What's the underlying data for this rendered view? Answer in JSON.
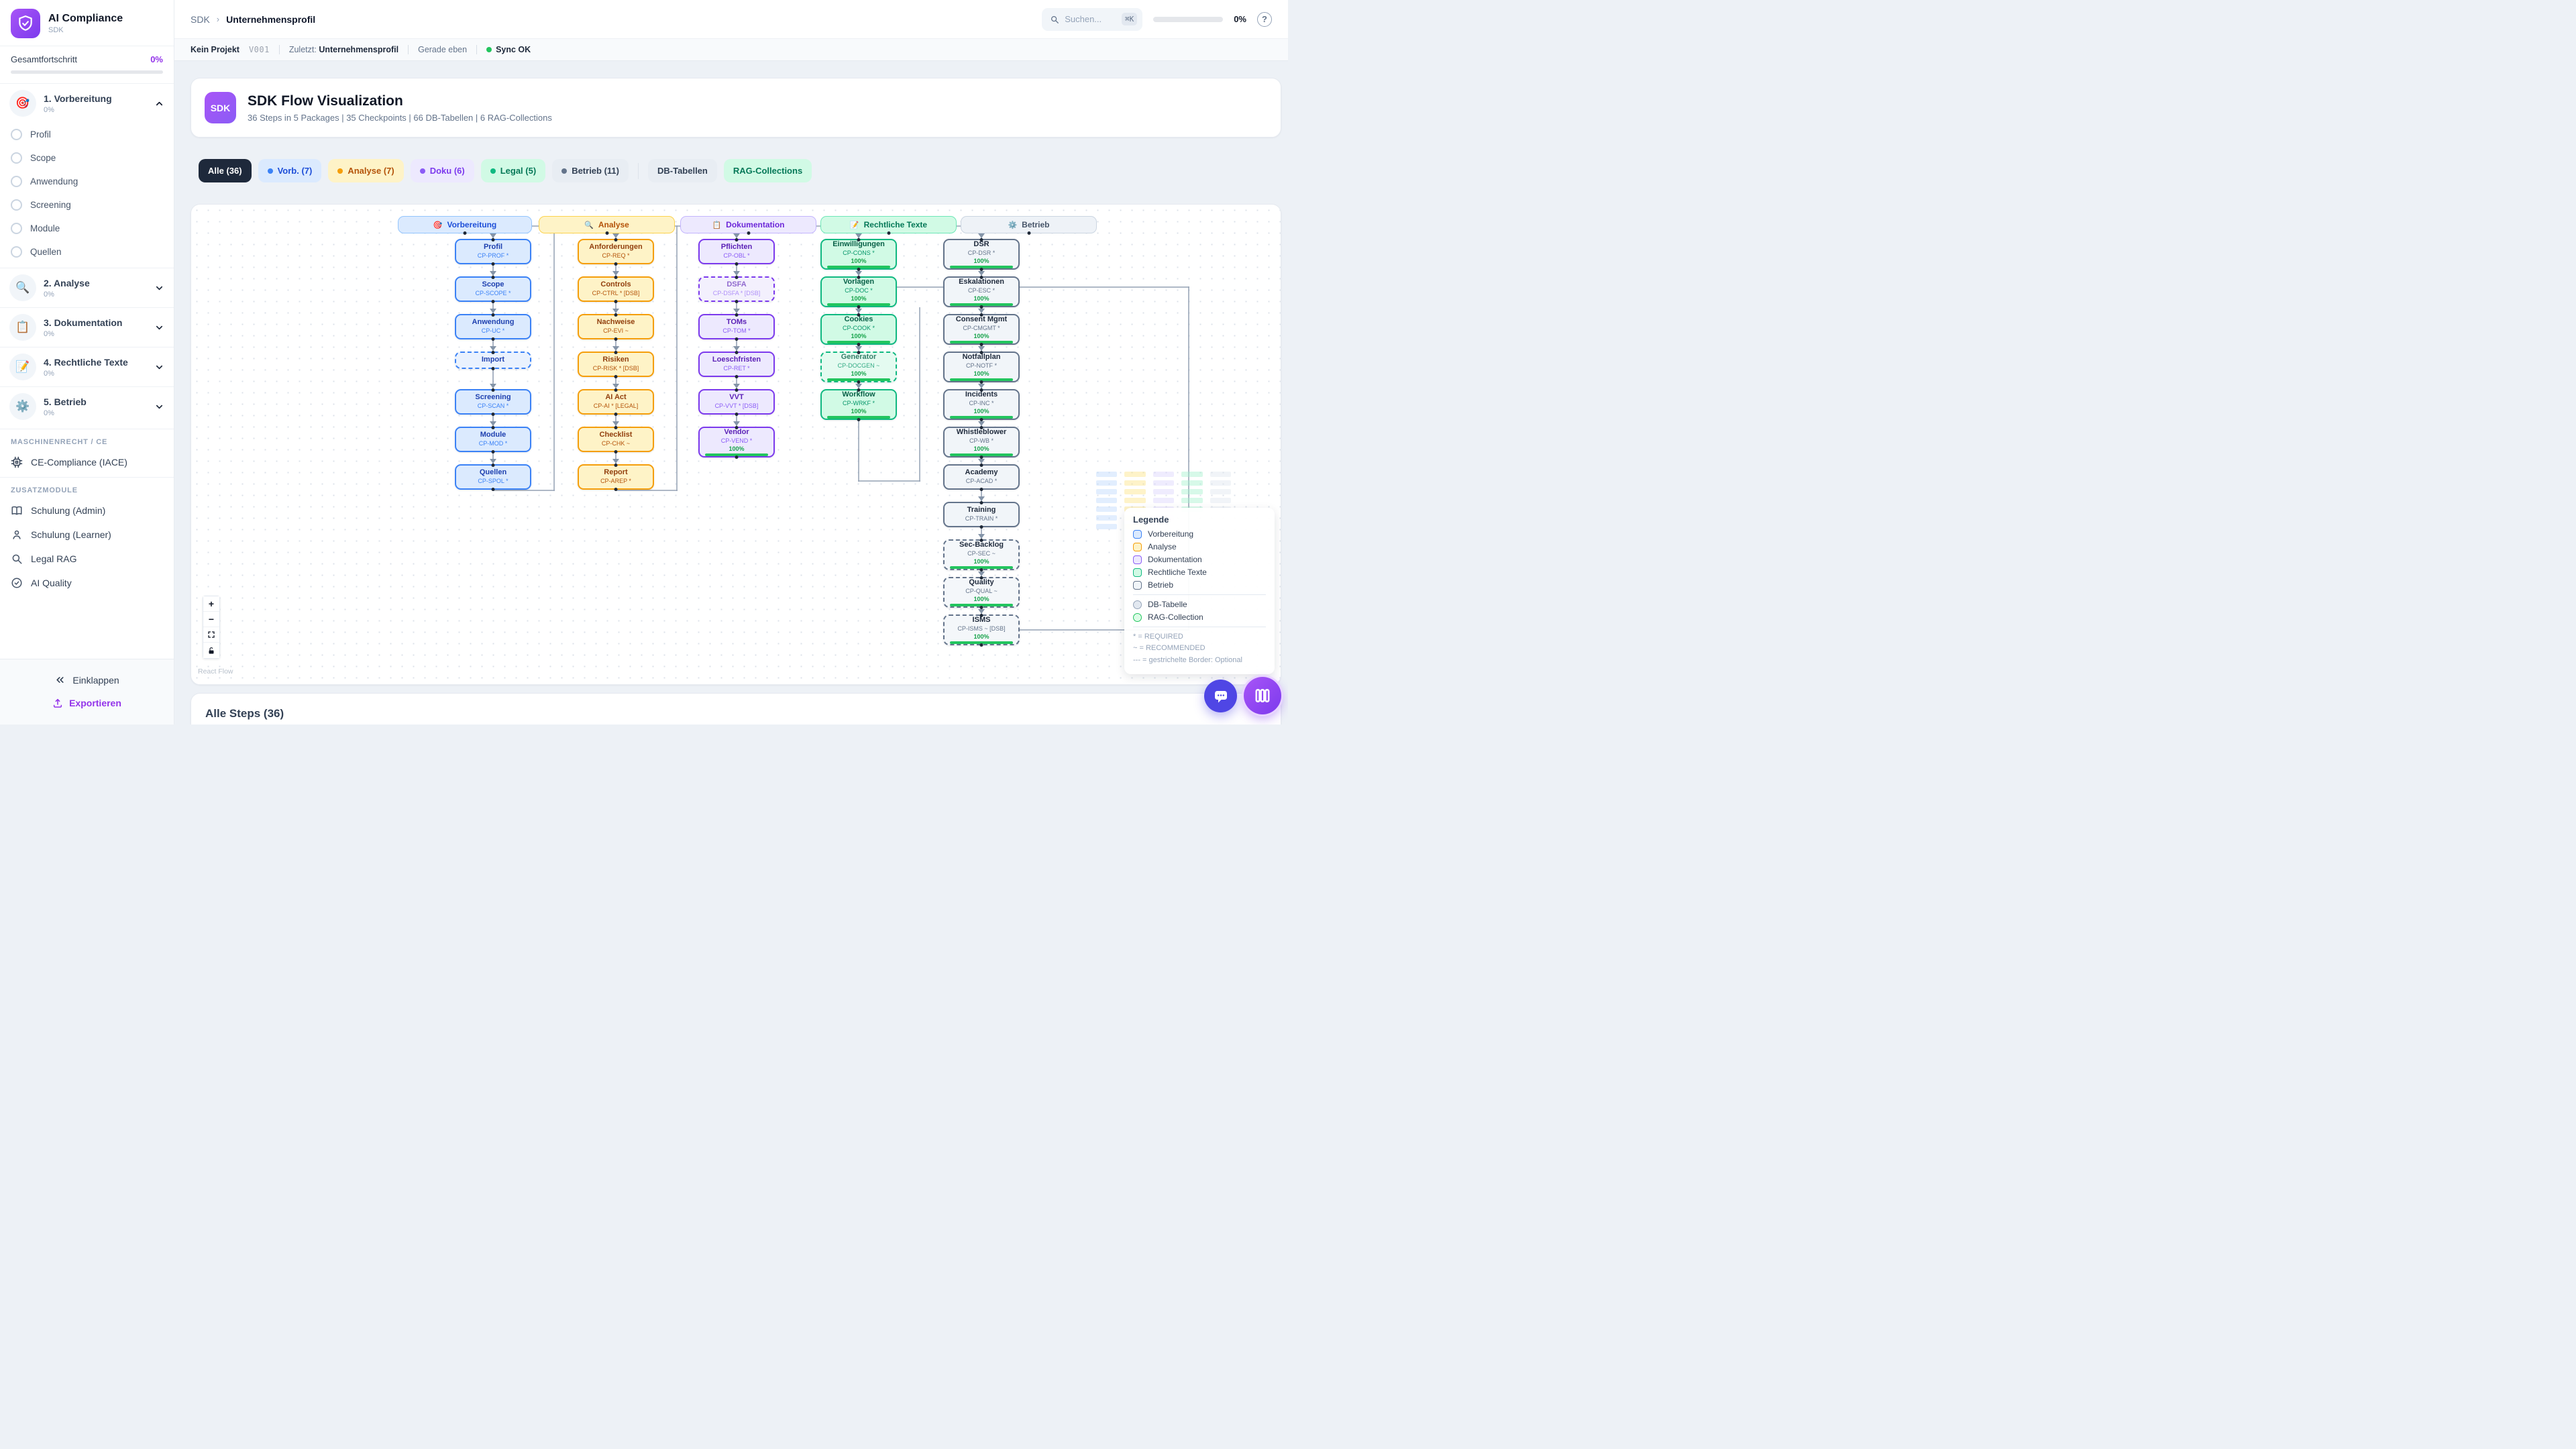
{
  "app": {
    "title": "AI Compliance",
    "subtitle": "SDK"
  },
  "sidebar": {
    "progress_label": "Gesamtfortschritt",
    "progress_value": "0%",
    "sections": [
      {
        "icon": "🎯",
        "label": "1. Vorbereitung",
        "pct": "0%",
        "items": [
          "Profil",
          "Scope",
          "Anwendung",
          "Screening",
          "Module",
          "Quellen"
        ]
      },
      {
        "icon": "🔍",
        "label": "2. Analyse",
        "pct": "0%"
      },
      {
        "icon": "📋",
        "label": "3. Dokumentation",
        "pct": "0%"
      },
      {
        "icon": "📝",
        "label": "4. Rechtliche Texte",
        "pct": "0%"
      },
      {
        "icon": "⚙️",
        "label": "5. Betrieb",
        "pct": "0%"
      }
    ],
    "machine_section": {
      "label": "MASCHINENRECHT / CE",
      "item": "CE-Compliance (IACE)"
    },
    "extra_section": {
      "label": "ZUSATZMODULE",
      "items": [
        "Schulung (Admin)",
        "Schulung (Learner)",
        "Legal RAG",
        "AI Quality"
      ]
    },
    "collapse_label": "Einklappen",
    "export_label": "Exportieren"
  },
  "topbar": {
    "breadcrumb": [
      "SDK",
      "Unternehmensprofil"
    ],
    "search_placeholder": "Suchen...",
    "search_kbd": "⌘K",
    "progress_value": "0%"
  },
  "statusbar": {
    "project": "Kein Projekt",
    "version": "V001",
    "last_label": "Zuletzt:",
    "last_value": "Unternehmensprofil",
    "time": "Gerade eben",
    "sync": "Sync OK"
  },
  "header": {
    "badge": "SDK",
    "title": "SDK Flow Visualization",
    "subtitle": "36 Steps in 5 Packages | 35 Checkpoints | 66 DB-Tabellen | 6 RAG-Collections"
  },
  "filters": {
    "chips": [
      {
        "label": "Alle (36)",
        "key": "all"
      },
      {
        "label": "Vorb. (7)",
        "key": "vorb"
      },
      {
        "label": "Analyse (7)",
        "key": "analyse"
      },
      {
        "label": "Doku (6)",
        "key": "doku"
      },
      {
        "label": "Legal (5)",
        "key": "legal"
      },
      {
        "label": "Betrieb (11)",
        "key": "betrieb"
      }
    ],
    "extra": [
      {
        "label": "DB-Tabellen",
        "key": "db"
      },
      {
        "label": "RAG-Collections",
        "key": "rag"
      }
    ]
  },
  "flow": {
    "columns": [
      {
        "icon": "🎯",
        "label": "Vorbereitung",
        "nodes": [
          {
            "title": "Profil",
            "code": "CP-PROF *"
          },
          {
            "title": "Scope",
            "code": "CP-SCOPE *"
          },
          {
            "title": "Anwendung",
            "code": "CP-UC *"
          },
          {
            "title": "Import",
            "dashed": true
          },
          {
            "title": "Screening",
            "code": "CP-SCAN *"
          },
          {
            "title": "Module",
            "code": "CP-MOD *"
          },
          {
            "title": "Quellen",
            "code": "CP-SPOL *"
          }
        ]
      },
      {
        "icon": "🔍",
        "label": "Analyse",
        "nodes": [
          {
            "title": "Anforderungen",
            "code": "CP-REQ *"
          },
          {
            "title": "Controls",
            "code": "CP-CTRL * [DSB]"
          },
          {
            "title": "Nachweise",
            "code": "CP-EVI ~"
          },
          {
            "title": "Risiken",
            "code": "CP-RISK * [DSB]"
          },
          {
            "title": "AI Act",
            "code": "CP-AI * [LEGAL]"
          },
          {
            "title": "Checklist",
            "code": "CP-CHK ~"
          },
          {
            "title": "Report",
            "code": "CP-AREP *"
          }
        ]
      },
      {
        "icon": "📋",
        "label": "Dokumentation",
        "nodes": [
          {
            "title": "Pflichten",
            "code": "CP-OBL *"
          },
          {
            "title": "DSFA",
            "code": "CP-DSFA * [DSB]",
            "dashed": true
          },
          {
            "title": "TOMs",
            "code": "CP-TOM *"
          },
          {
            "title": "Loeschfristen",
            "code": "CP-RET *"
          },
          {
            "title": "VVT",
            "code": "CP-VVT * [DSB]"
          },
          {
            "title": "Vendor",
            "code": "CP-VEND *",
            "progress": "100%"
          }
        ]
      },
      {
        "icon": "📝",
        "label": "Rechtliche Texte",
        "nodes": [
          {
            "title": "Einwilligungen",
            "code": "CP-CONS *",
            "progress": "100%"
          },
          {
            "title": "Vorlagen",
            "code": "CP-DOC *",
            "progress": "100%"
          },
          {
            "title": "Cookies",
            "code": "CP-COOK *",
            "progress": "100%"
          },
          {
            "title": "Generator",
            "code": "CP-DOCGEN ~",
            "progress": "100%",
            "dashed": true
          },
          {
            "title": "Workflow",
            "code": "CP-WRKF *",
            "progress": "100%"
          }
        ]
      },
      {
        "icon": "⚙️",
        "label": "Betrieb",
        "nodes": [
          {
            "title": "DSR",
            "code": "CP-DSR *",
            "progress": "100%"
          },
          {
            "title": "Eskalationen",
            "code": "CP-ESC *",
            "progress": "100%"
          },
          {
            "title": "Consent Mgmt",
            "code": "CP-CMGMT *",
            "progress": "100%"
          },
          {
            "title": "Notfallplan",
            "code": "CP-NOTF *",
            "progress": "100%"
          },
          {
            "title": "Incidents",
            "code": "CP-INC *",
            "progress": "100%"
          },
          {
            "title": "Whistleblower",
            "code": "CP-WB *",
            "progress": "100%"
          },
          {
            "title": "Academy",
            "code": "CP-ACAD *"
          },
          {
            "title": "Training",
            "code": "CP-TRAIN *"
          },
          {
            "title": "Sec-Backlog",
            "code": "CP-SEC ~",
            "progress": "100%",
            "dashed": true
          },
          {
            "title": "Quality",
            "code": "CP-QUAL ~",
            "progress": "100%",
            "dashed": true
          },
          {
            "title": "ISMS",
            "code": "CP-ISMS ~ [DSB]",
            "progress": "100%",
            "dashed": true
          }
        ]
      }
    ]
  },
  "legend": {
    "title": "Legende",
    "packages": [
      {
        "label": "Vorbereitung"
      },
      {
        "label": "Analyse"
      },
      {
        "label": "Dokumentation"
      },
      {
        "label": "Rechtliche Texte"
      },
      {
        "label": "Betrieb"
      }
    ],
    "shapes": [
      {
        "label": "DB-Tabelle"
      },
      {
        "label": "RAG-Collection"
      }
    ],
    "notes": [
      "* = REQUIRED",
      "~ = RECOMMENDED",
      "--- = gestrichelte Border: Optional"
    ]
  },
  "flow_controls": {
    "zoom_in": "+",
    "zoom_out": "−",
    "attribution": "React Flow"
  },
  "steps_panel": {
    "title": "Alle Steps (36)"
  },
  "colors": {
    "accent": "#9333ea",
    "progress_green": "#22c55e",
    "sync_green": "#22c55e",
    "vorbereitung": "#3b82f6",
    "analyse": "#f59e0b",
    "dokumentation": "#7c3aed",
    "rechtliche_texte": "#10b981",
    "betrieb": "#64748b"
  }
}
